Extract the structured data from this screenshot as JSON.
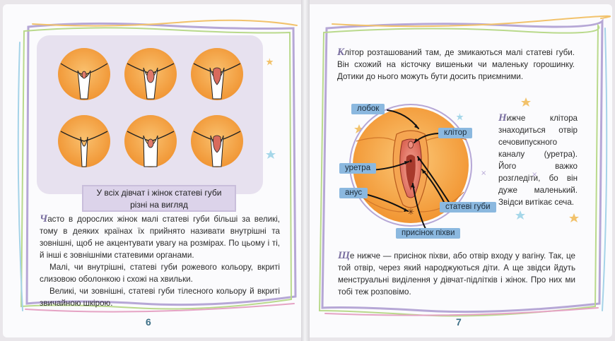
{
  "left_page": {
    "caption_line1": "У всіх дівчат і жінок статеві губи",
    "caption_line2": "різні на вигляд",
    "para1_dropcap": "Ч",
    "para1_text": "асто в дорослих жінок малі статеві губи більші за великі, тому в деяких країнах їх прийнято називати внутрішні та зовнішні, щоб не акцентувати увагу на розмірах. По цьому і ті, й інші є зовнішніми статевими органами.",
    "para2_text": "Малі, чи внутрішні, статеві губи рожевого кольору, вкриті слизовою оболонкою і схожі на хвильки.",
    "para3_text": "Великі, чи зовнішні, статеві губи тілесного кольору й вкриті звичайною шкірою.",
    "page_number": "6"
  },
  "right_page": {
    "para1_dropcap": "К",
    "para1_text": "літор розташований там, де змикаються малі статеві губи. Він схожий на кісточку вишеньки чи маленьку горошинку. Дотики до нього можуть бути досить приємними.",
    "para2_dropcap": "Н",
    "para2_text": "ижче клітора знаходиться отвір сечовипускного каналу (уретра). Його важко розгледіти, бо він дуже маленький. Звідси витікає сеча.",
    "para3_dropcap": "Щ",
    "para3_text": "е нижче — присінок піхви, або отвір входу у вагіну. Так, це той отвір, через який народжуються діти. А ще звідси йдуть менструальні виділення у дівчат-підлітків і жінок. Про них ми тобі теж розповімо.",
    "labels": {
      "pubis": "лобок",
      "clitoris": "клітор",
      "urethra": "уретра",
      "anus": "анус",
      "labia": "статеві губи",
      "hymen": "присінок піхви"
    },
    "page_number": "7"
  },
  "colors": {
    "skin": "#f5a03c",
    "skin_light": "#f9c06e",
    "pink": "#e0796a",
    "label_bg": "#8bb8df",
    "panel_bg": "#e7e1ef",
    "accent_text": "#7a6fa0"
  }
}
